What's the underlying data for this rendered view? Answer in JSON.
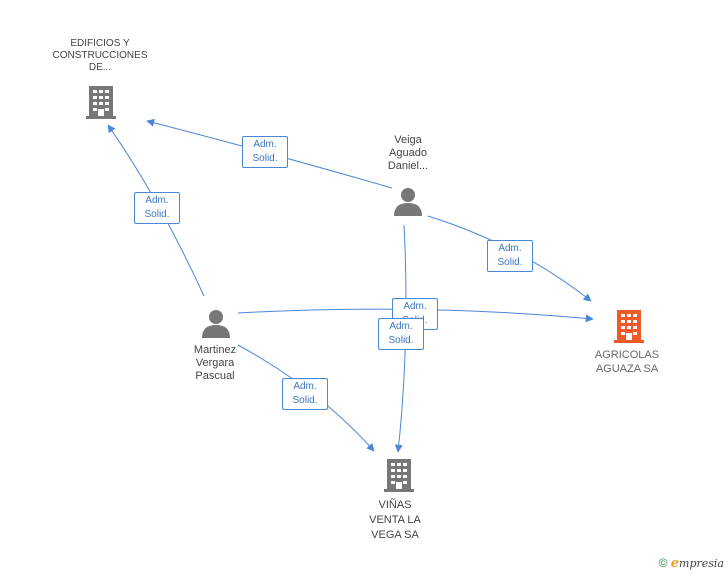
{
  "colors": {
    "edge": "#4a87d6",
    "building": "#777777",
    "building_highlight": "#f05a28",
    "person": "#777777"
  },
  "nodes": {
    "edificios": {
      "line1": "EDIFICIOS Y",
      "line2": "CONSTRUCCIONES",
      "line3": "DE...",
      "icon": "building-icon"
    },
    "veiga": {
      "line1": "Veiga",
      "line2": "Aguado",
      "line3": "Daniel...",
      "icon": "person-icon"
    },
    "martinez": {
      "line1": "Martinez",
      "line2": "Vergara",
      "line3": "Pascual",
      "icon": "person-icon"
    },
    "agricolas": {
      "line1": "AGRICOLAS",
      "line2": "AGUAZA SA",
      "icon": "building-icon"
    },
    "vinas": {
      "line1": "VIÑAS",
      "line2": "VENTA LA",
      "line3": "VEGA SA",
      "icon": "building-icon"
    }
  },
  "edges": [
    {
      "from": "veiga",
      "to": "edificios",
      "label1": "Adm.",
      "label2": "Solid."
    },
    {
      "from": "martinez",
      "to": "edificios",
      "label1": "Adm.",
      "label2": "Solid."
    },
    {
      "from": "veiga",
      "to": "agricolas",
      "label1": "Adm.",
      "label2": "Solid."
    },
    {
      "from": "martinez",
      "to": "agricolas",
      "label1": "Adm.",
      "label2": "Solid."
    },
    {
      "from": "veiga",
      "to": "vinas",
      "label1": "Adm.",
      "label2": "Solid."
    },
    {
      "from": "martinez",
      "to": "vinas",
      "label1": "Adm.",
      "label2": "Solid."
    }
  ],
  "footer": {
    "copyright": "©",
    "brand_initial": "e",
    "brand_rest": "mpresia"
  }
}
